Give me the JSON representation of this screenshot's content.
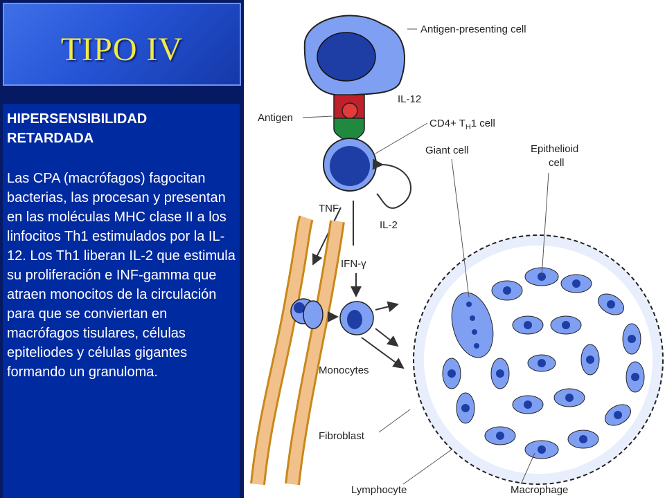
{
  "slide": {
    "title": "TIPO IV",
    "heading": "HIPERSENSIBILIDAD RETARDADA",
    "body": "Las CPA (macrófagos) fagocitan bacterias, las procesan y presentan en las moléculas MHC clase II a los linfocitos Th1 estimulados por la IL-12. Los Th1 liberan IL-2 que estimula su proliferación e INF-gamma que atraen monocitos de la circulación para que se conviertan en macrófagos tisulares, células epiteliodes y células gigantes formando un granuloma."
  },
  "diagram": {
    "labels": {
      "apc": "Antigen-presenting cell",
      "il12": "IL-12",
      "antigen": "Antigen",
      "cd4_prefix": "CD4+ T",
      "cd4_sub": "H",
      "cd4_suffix": "1 cell",
      "giant": "Giant cell",
      "epithelioid_1": "Epithelioid",
      "epithelioid_2": "cell",
      "tnf": "TNF",
      "il2": "IL-2",
      "ifn": "IFN-γ",
      "monocytes": "Monocytes",
      "fibroblast": "Fibroblast",
      "lymphocyte": "Lymphocyte",
      "macrophage": "Macrophage"
    }
  }
}
